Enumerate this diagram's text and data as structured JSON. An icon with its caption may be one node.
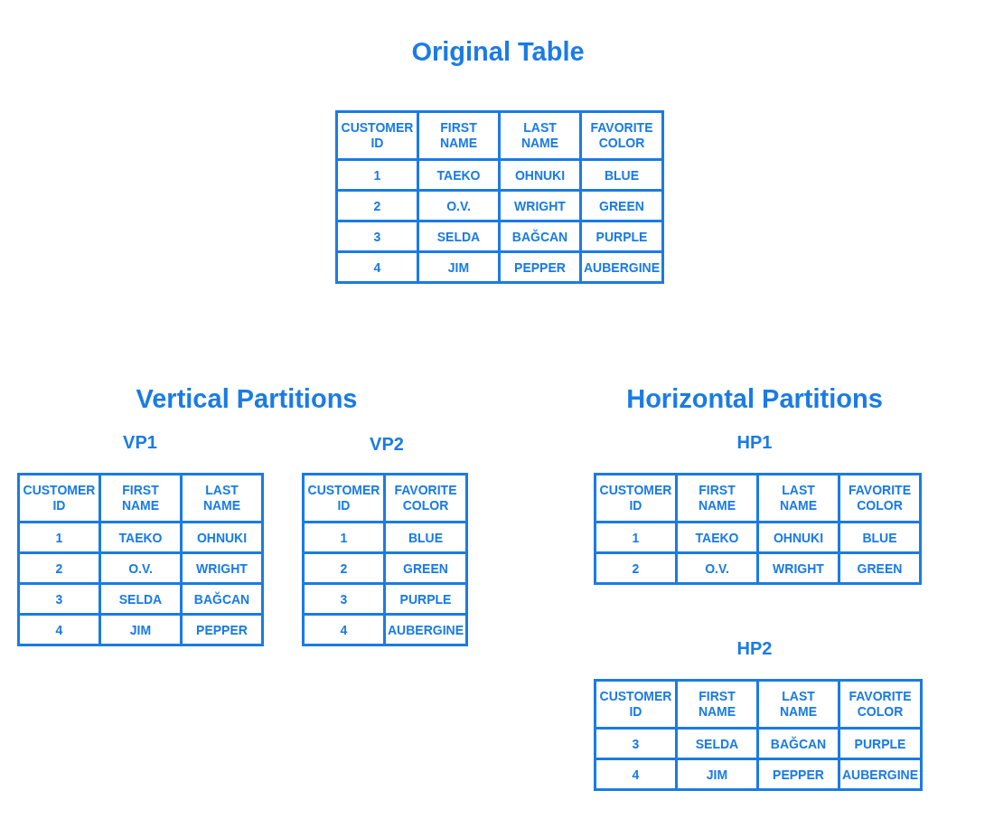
{
  "diagram": {
    "title": "Original Table",
    "labels": [
      "CUSTOMER ID",
      "FIRST NAME",
      "LAST NAME",
      "FAVORITE COLOR",
      "1",
      "TAEKO",
      "OHNUKI",
      "BLUE",
      "2",
      "O.V.",
      "WRIGHT",
      "GREEN",
      "3",
      "SELDA",
      "BAĞCAN",
      "PURPLE",
      "4",
      "JIM",
      "PEPPER",
      "AUBERGINE",
      "Vertical Partitions",
      "VP1",
      "CUSTOMER ID",
      "FIRST NAME",
      "LAST NAME",
      "1",
      "TAEKO",
      "OHNUKI",
      "2",
      "O.V.",
      "WRIGHT",
      "3",
      "SELDA",
      "BAĞCAN",
      "4",
      "JIM",
      "PEPPER",
      "VP2",
      "CUSTOMER ID",
      "FAVORITE COLOR",
      "1",
      "BLUE",
      "2",
      "GREEN",
      "3",
      "PURPLE",
      "4",
      "AUBERGINE",
      "Horizontal Partitions",
      "HP1",
      "CUSTOMER ID",
      "FIRST NAME",
      "LAST NAME",
      "FAVORITE COLOR",
      "1",
      "TAEKO",
      "OHNUKI",
      "BLUE",
      "2",
      "O.V.",
      "WRIGHT",
      "GREEN",
      "HP2",
      "CUSTOMER ID",
      "FIRST NAME",
      "LAST NAME",
      "FAVORITE COLOR",
      "3",
      "SELDA",
      "BAĞCAN",
      "PURPLE",
      "4",
      "JIM",
      "PEPPER",
      "AUBERGINE"
    ]
  }
}
